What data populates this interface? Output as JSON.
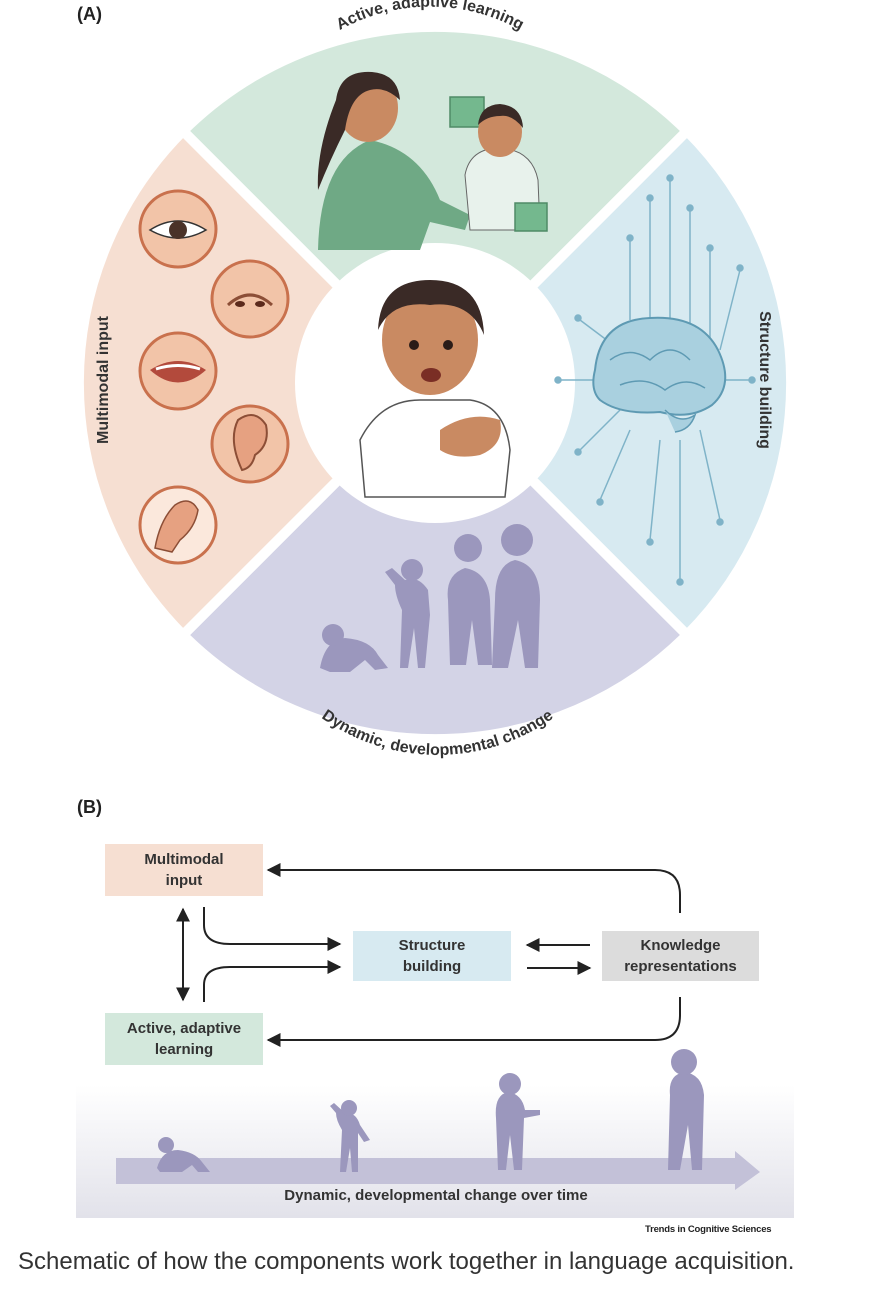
{
  "panel_a": {
    "label": "(A)",
    "segments": {
      "top": "Active, adaptive learning",
      "right": "Structure building",
      "bottom": "Dynamic, developmental change",
      "left": "Multimodal input"
    },
    "colors": {
      "top": "#d3e8dc",
      "right": "#d7eaf1",
      "bottom": "#d3d3e6",
      "left": "#f6dfd2",
      "silhouette": "#9b97bd",
      "circuit": "#7fb3c8"
    },
    "sense_icons": [
      "eye-icon",
      "nose-icon",
      "mouth-icon",
      "ear-icon",
      "hand-icon"
    ]
  },
  "panel_b": {
    "label": "(B)",
    "boxes": {
      "multimodal": "Multimodal\ninput",
      "active": "Active, adaptive\nlearning",
      "structure": "Structure\nbuilding",
      "knowledge": "Knowledge\nrepresentations"
    },
    "colors": {
      "multimodal": "#f6dfd2",
      "active": "#d3e8dc",
      "structure": "#d7eaf1",
      "knowledge": "#dcdcdc"
    },
    "timeline": "Dynamic, developmental change over time"
  },
  "credit": "Trends in Cognitive Sciences",
  "caption": "Schematic of how the components work together in language acquisition."
}
